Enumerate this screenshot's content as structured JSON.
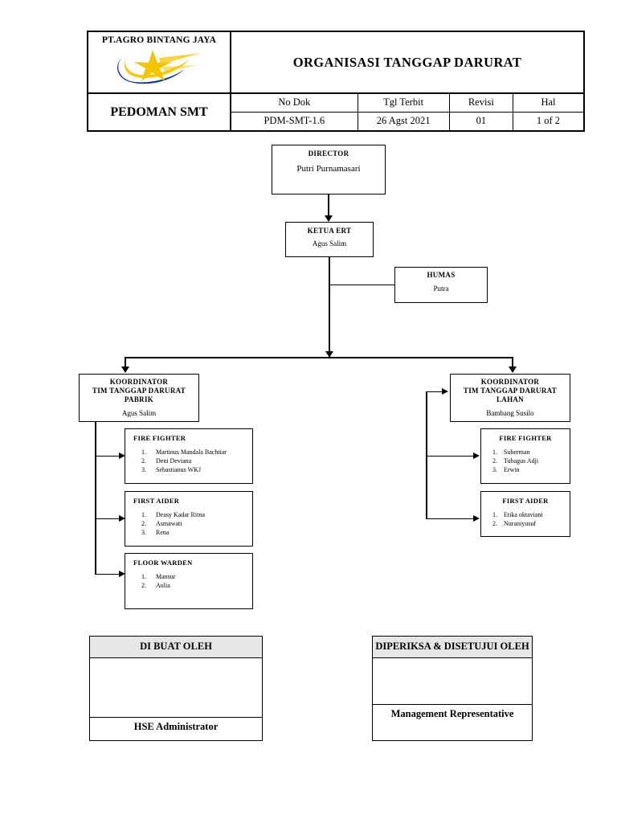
{
  "header": {
    "company": "PT.AGRO BINTANG JAYA",
    "logo_icon": "star-swoosh-logo",
    "title": "ORGANISASI TANGGAP DARURAT",
    "manual_label": "PEDOMAN SMT",
    "meta_headers": [
      "No Dok",
      "Tgl Terbit",
      "Revisi",
      "Hal"
    ],
    "meta_values": [
      "PDM-SMT-1.6",
      "26 Agst 2021",
      "01",
      "1 of 2"
    ],
    "logo_colors": {
      "star": "#F5C400",
      "swoosh": "#1A3A8F"
    }
  },
  "chart": {
    "director": {
      "title": "DIRECTOR",
      "name": "Putri Purnamasari"
    },
    "ketua_ert": {
      "title": "KETUA ERT",
      "name": "Agus Salim"
    },
    "humas": {
      "title": "HUMAS",
      "name": "Putra"
    },
    "koordinator_pabrik": {
      "title_line1": "KOORDINATOR",
      "title_line2": "TIM TANGGAP DARURAT",
      "title_line3": "PABRIK",
      "name": "Agus Salim"
    },
    "koordinator_lahan": {
      "title_line1": "KOORDINATOR",
      "title_line2": "TIM TANGGAP DARURAT",
      "title_line3": "LAHAN",
      "name": "Bambang Susilo"
    },
    "pabrik_teams": [
      {
        "title": "FIRE FIGHTER",
        "members": [
          "Martinus Mandala Bachtiar",
          "Deni Deviana",
          "Sebastianus WKJ"
        ]
      },
      {
        "title": "FIRST AIDER",
        "members": [
          "Deasy Kadar Ritna",
          "Asmawati",
          "Rena"
        ]
      },
      {
        "title": "FLOOR WARDEN",
        "members": [
          "Mansur",
          "Aulia"
        ]
      }
    ],
    "lahan_teams": [
      {
        "title": "FIRE FIGHTER",
        "members": [
          "Suherman",
          "Tubagus Adji",
          "Erwin"
        ]
      },
      {
        "title": "FIRST AIDER",
        "members": [
          "Etika oktaviani",
          "Nuraniyusuf"
        ]
      }
    ]
  },
  "signatures": {
    "prepared": {
      "header": "DI BUAT OLEH",
      "role": "HSE Administrator"
    },
    "approved": {
      "header": "DIPERIKSA & DISETUJUI OLEH",
      "role": "Management Representative"
    }
  }
}
